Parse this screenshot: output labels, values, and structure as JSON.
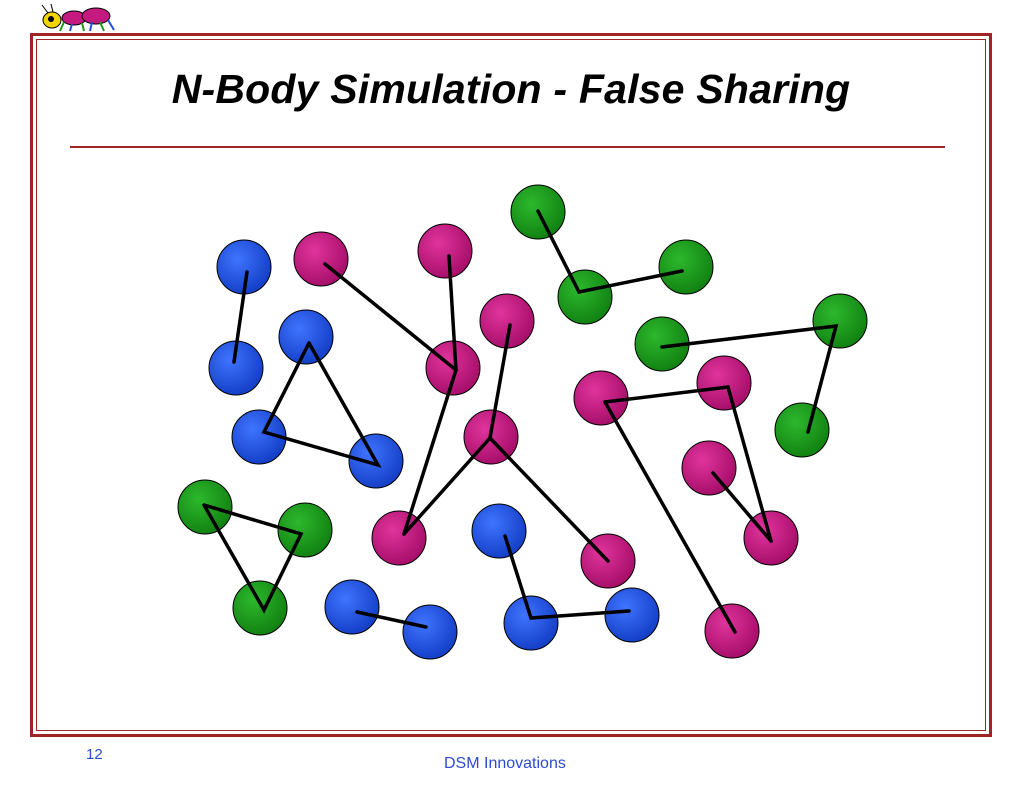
{
  "slide": {
    "title": "N-Body Simulation - False Sharing",
    "page_number": "12",
    "footer": "DSM Innovations"
  },
  "colors": {
    "frame": "#a02424",
    "blue_body": "#1f4fe0",
    "magenta_body": "#c4197f",
    "green_body": "#1a9a1a",
    "link": "#000000",
    "footer_text": "#2c4bd0"
  },
  "icons": [
    "ant-logo-icon"
  ]
}
